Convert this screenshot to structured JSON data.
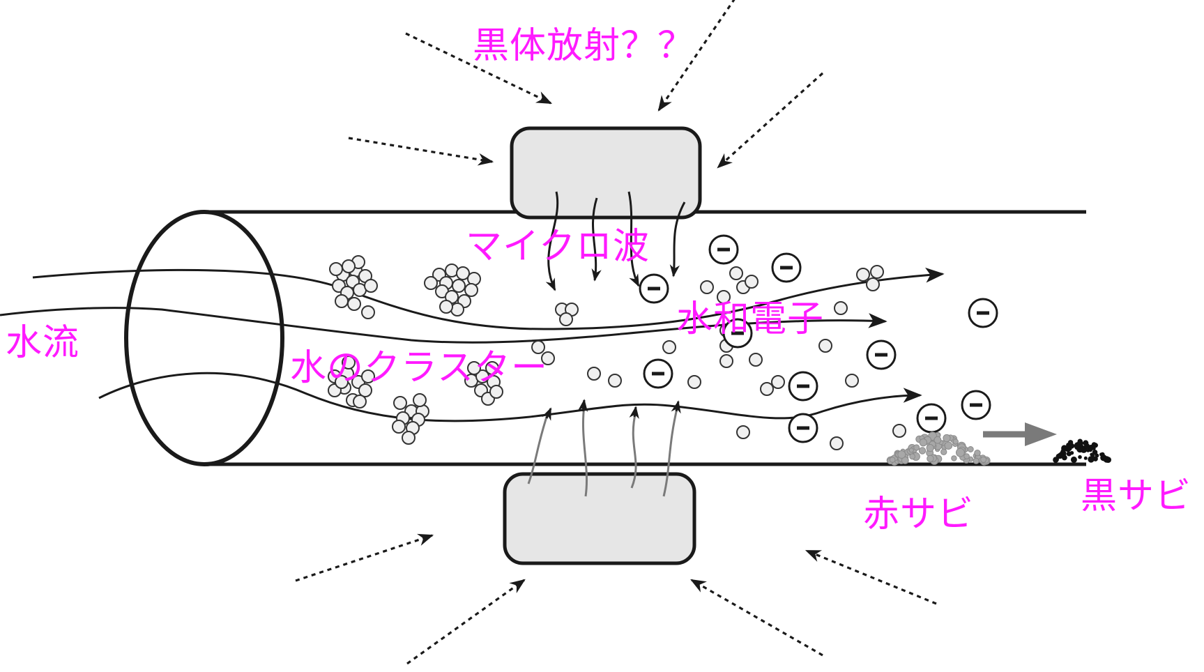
{
  "labels": {
    "black_body_radiation": "黒体放射？？",
    "microwave": "マイクロ波",
    "hydrated_electron": "水和電子",
    "water_flow": "水流",
    "water_cluster": "水のクラスター",
    "red_rust": "赤サビ",
    "black_rust": "黒サビ"
  },
  "colors": {
    "label": "#ff1aff",
    "line": "#1a1a1a",
    "device_fill": "#e6e6e6",
    "red_rust": "#a8a8a8",
    "black_rust": "#111111",
    "conversion_arrow": "#7a7a7a",
    "particle_fill": "#f0f0f0"
  },
  "icons": {
    "electron": "minus-circle-icon",
    "water_molecule": "circle-icon"
  }
}
